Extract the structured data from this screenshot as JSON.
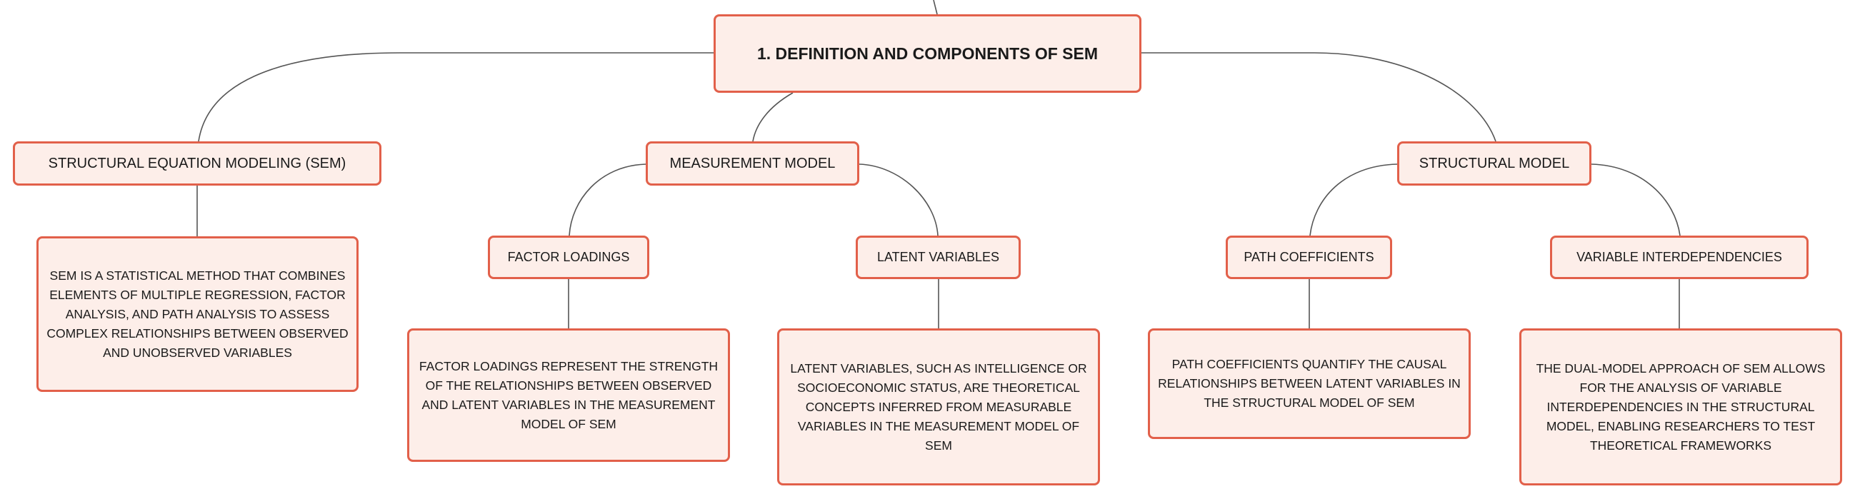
{
  "root": {
    "label": "1. DEFINITION AND COMPONENTS OF SEM"
  },
  "branches": [
    {
      "label": "STRUCTURAL EQUATION MODELING (SEM)",
      "detail": "SEM IS A STATISTICAL METHOD THAT COMBINES ELEMENTS OF MULTIPLE REGRESSION, FACTOR ANALYSIS, AND PATH ANALYSIS TO ASSESS COMPLEX RELATIONSHIPS BETWEEN OBSERVED AND UNOBSERVED VARIABLES"
    },
    {
      "label": "MEASUREMENT MODEL",
      "children": [
        {
          "label": "FACTOR LOADINGS",
          "detail": "FACTOR LOADINGS REPRESENT THE STRENGTH OF THE RELATIONSHIPS BETWEEN OBSERVED AND LATENT VARIABLES IN THE MEASUREMENT MODEL OF SEM"
        },
        {
          "label": "LATENT VARIABLES",
          "detail": "LATENT VARIABLES, SUCH AS INTELLIGENCE OR SOCIOECONOMIC STATUS, ARE THEORETICAL CONCEPTS INFERRED FROM MEASURABLE VARIABLES IN THE MEASUREMENT MODEL OF SEM"
        }
      ]
    },
    {
      "label": "STRUCTURAL MODEL",
      "children": [
        {
          "label": "PATH COEFFICIENTS",
          "detail": "PATH COEFFICIENTS QUANTIFY THE CAUSAL RELATIONSHIPS BETWEEN LATENT VARIABLES IN THE STRUCTURAL MODEL OF SEM"
        },
        {
          "label": "VARIABLE INTERDEPENDENCIES",
          "detail": "THE DUAL-MODEL APPROACH OF SEM ALLOWS FOR THE ANALYSIS OF VARIABLE INTERDEPENDENCIES IN THE STRUCTURAL MODEL, ENABLING RESEARCHERS TO TEST THEORETICAL FRAMEWORKS"
        }
      ]
    }
  ],
  "colors": {
    "node_fill": "#fdeee9",
    "node_border": "#e2604a",
    "connector": "#555555"
  }
}
